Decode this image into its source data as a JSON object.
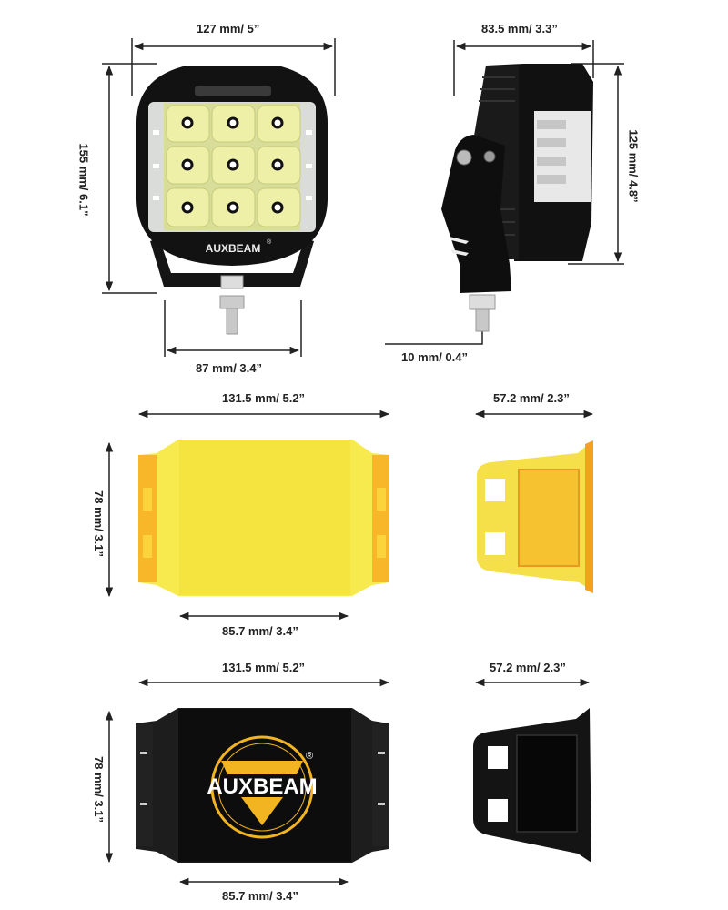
{
  "brand": "AUXBEAM",
  "colors": {
    "lamp_body": "#111111",
    "led_lens": "#e9ecae",
    "amber_cover": "#f5e23a",
    "amber_edge": "#f5a21a",
    "black_cover": "#161616",
    "logo_yellow": "#f2b420",
    "dimension_line": "#222222"
  },
  "views": [
    {
      "name": "light-front-view",
      "dimensions": {
        "width": "127 mm/ 5”",
        "height": "155 mm/ 6.1”",
        "bracket_width": "87 mm/ 3.4”"
      },
      "leds": 9,
      "logo_text": "AUXBEAM",
      "registered_mark": "®"
    },
    {
      "name": "light-side-view",
      "dimensions": {
        "depth": "83.5 mm/ 3.3”",
        "height": "125 mm/ 4.8”",
        "bolt": "10 mm/ 0.4”"
      }
    },
    {
      "name": "amber-cover-front-view",
      "dimensions": {
        "width": "131.5 mm/ 5.2”",
        "height": "78 mm/ 3.1”",
        "face_width": "85.7 mm/ 3.4”"
      }
    },
    {
      "name": "amber-cover-side-view",
      "dimensions": {
        "depth": "57.2 mm/ 2.3”"
      }
    },
    {
      "name": "black-cover-front-view",
      "dimensions": {
        "width": "131.5 mm/ 5.2”",
        "height": "78 mm/ 3.1”",
        "face_width": "85.7 mm/ 3.4”"
      },
      "logo_text": "AUXBEAM",
      "registered_mark": "®"
    },
    {
      "name": "black-cover-side-view",
      "dimensions": {
        "depth": "57.2 mm/ 2.3”"
      }
    }
  ]
}
